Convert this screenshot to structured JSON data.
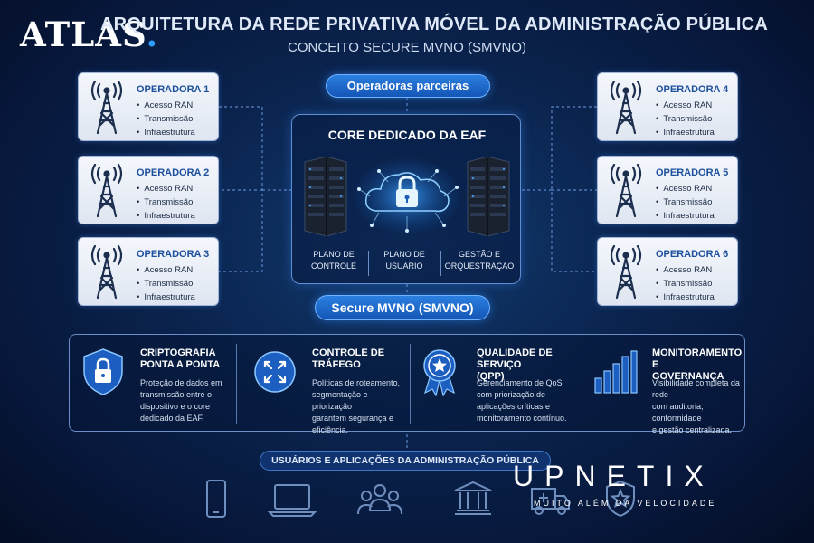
{
  "brand_logo": {
    "text": "ATLAS",
    "dot": "."
  },
  "header": {
    "title": "ARQUITETURA DA REDE PRIVATIVA MÓVEL DA ADMINISTRAÇÃO PÚBLICA",
    "subtitle": "CONCEITO SECURE MVNO (SMVNO)"
  },
  "partners_label": "Operadoras parceiras",
  "operators": [
    {
      "name": "OPERADORA 1",
      "items": [
        "Acesso RAN",
        "Transmissão",
        "Infraestrutura"
      ]
    },
    {
      "name": "OPERADORA 2",
      "items": [
        "Acesso RAN",
        "Transmissão",
        "Infraestrutura"
      ]
    },
    {
      "name": "OPERADORA 3",
      "items": [
        "Acesso RAN",
        "Transmissão",
        "Infraestrutura"
      ]
    },
    {
      "name": "OPERADORA 4",
      "items": [
        "Acesso RAN",
        "Transmissão",
        "Infraestrutura"
      ]
    },
    {
      "name": "OPERADORA 5",
      "items": [
        "Acesso RAN",
        "Transmissão",
        "Infraestrutura"
      ]
    },
    {
      "name": "OPERADORA 6",
      "items": [
        "Acesso RAN",
        "Transmissão",
        "Infraestrutura"
      ]
    }
  ],
  "core": {
    "title": "CORE DEDICADO DA EAF",
    "planes": [
      {
        "line1": "PLANO DE",
        "line2": "CONTROLE"
      },
      {
        "line1": "PLANO DE",
        "line2": "USUÁRIO"
      },
      {
        "line1": "GESTÃO E",
        "line2": "ORQUESTRAÇÃO"
      }
    ]
  },
  "smvno_label": "Secure MVNO (SMVNO)",
  "features": [
    {
      "title1": "CRIPTOGRAFIA",
      "title2": "PONTA A PONTA",
      "desc": [
        "Proteção de dados em",
        "transmissão entre o",
        "dispositivo e o core",
        "dedicado da EAF."
      ],
      "icon": "shield-lock-icon"
    },
    {
      "title1": "CONTROLE DE",
      "title2": "TRÁFEGO",
      "desc": [
        "Políticas de roteamento,",
        "segmentação e priorização",
        "garantem segurança e",
        "eficiência."
      ],
      "icon": "traffic-arrows-icon"
    },
    {
      "title1": "QUALIDADE DE SERVIÇO",
      "title2": "(QPP)",
      "desc": [
        "Gerenciamento de QoS",
        "com priorização de",
        "aplicações críticas e",
        "monitoramento contínuo."
      ],
      "icon": "award-badge-icon"
    },
    {
      "title1": "MONITORAMENTO E",
      "title2": "GOVERNANÇA",
      "desc": [
        "Visibilidade completa da rede",
        "com auditoria, conformidade",
        "e gestão centralizada."
      ],
      "icon": "bar-chart-icon"
    }
  ],
  "users_label": "USUÁRIOS E APLICAÇÕES DA ADMINISTRAÇÃO PÚBLICA",
  "user_icons": [
    "smartphone-icon",
    "laptop-icon",
    "people-group-icon",
    "government-building-icon",
    "ambulance-icon",
    "police-badge-icon"
  ],
  "watermark": {
    "brand": "UPNETIX",
    "tagline": "MUITO ALÉM DA VELOCIDADE"
  },
  "colors": {
    "accent": "#2f9cff",
    "operator_name": "#1c4f9c",
    "pill": "#1e6ad0",
    "background": "#0b2550"
  }
}
